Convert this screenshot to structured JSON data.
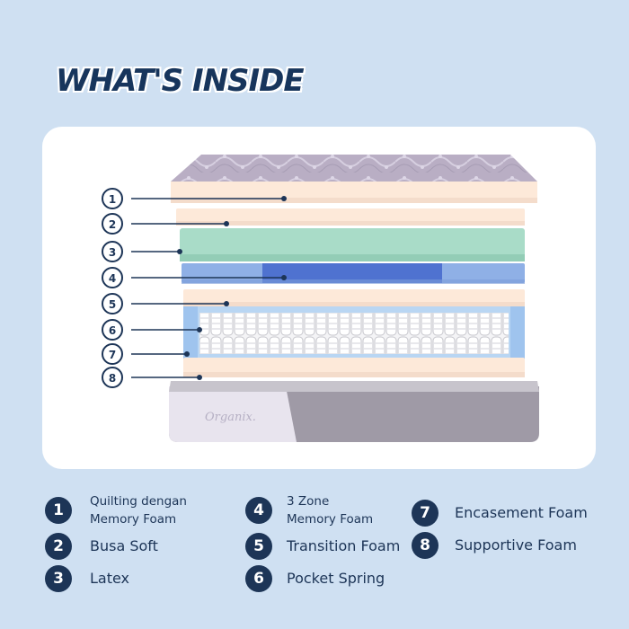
{
  "title": "WHAT'S INSIDE",
  "brand": "Organix.",
  "callouts": [
    "1",
    "2",
    "3",
    "4",
    "5",
    "6",
    "7",
    "8"
  ],
  "legend": [
    {
      "number": "1",
      "label_line1": "Quilting dengan",
      "label_line2": "Memory Foam"
    },
    {
      "number": "2",
      "label": "Busa Soft"
    },
    {
      "number": "3",
      "label": "Latex"
    },
    {
      "number": "4",
      "label_line1": "3 Zone",
      "label_line2": "Memory Foam"
    },
    {
      "number": "5",
      "label": "Transition Foam"
    },
    {
      "number": "6",
      "label": "Pocket Spring"
    },
    {
      "number": "7",
      "label": "Encasement Foam"
    },
    {
      "number": "8",
      "label": "Supportive Foam"
    }
  ],
  "colors": {
    "background": "#cfe0f2",
    "navy": "#1d3557",
    "foam": "#fde9d9",
    "latex": "#a9dcc8",
    "zone_memory": "#8fb0e6",
    "zone_memory_center": "#4f72d0",
    "encasement": "#b9d6f3",
    "base_grey": "#9f9aa6",
    "quilting": "#b9aec4"
  }
}
